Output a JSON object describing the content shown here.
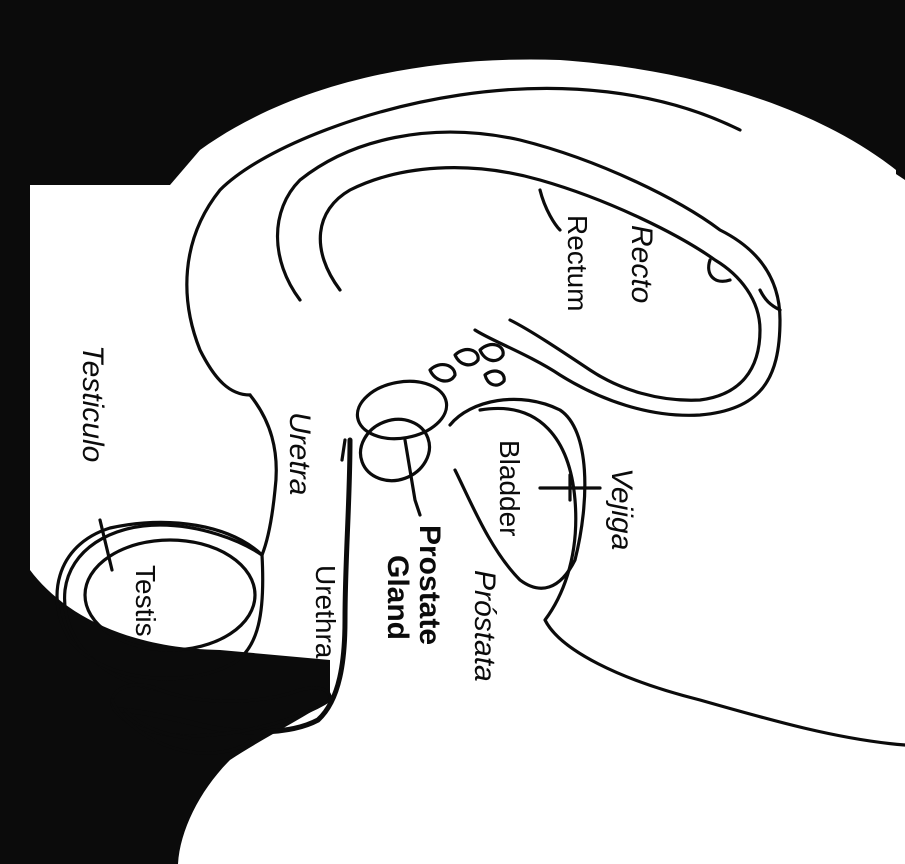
{
  "labels": {
    "recto": "Recto",
    "rectum": "Rectum",
    "vejiga": "Vejiga",
    "bladder": "Bladder",
    "prostata": "Próstata",
    "prostate_line1": "Prostate",
    "prostate_line2": "Gland",
    "uretra": "Uretra",
    "urethra": "Urethra",
    "testiculo": "Testiculo",
    "testis": "Testis"
  },
  "colors": {
    "ink": "#0b0b0b",
    "paper": "#ffffff"
  }
}
